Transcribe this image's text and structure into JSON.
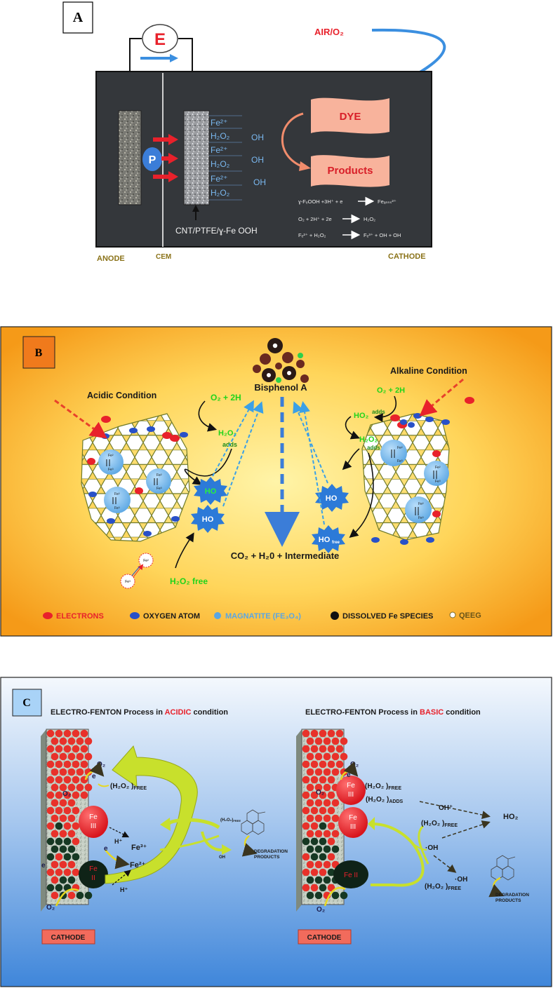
{
  "colors": {
    "panel_a_tank": "#2f3236",
    "panel_a_water": "#34373b",
    "red_text": "#e8212b",
    "blue_text": "#7ab8f0",
    "panel_b_bg_inner": "#ffe880",
    "panel_b_bg_outer": "#f59a18",
    "panel_c_bg_top": "#eef4fb",
    "panel_c_bg_bottom": "#3d85d8",
    "cathode_label_bg": "#f26b5c"
  },
  "panelA": {
    "label": "A",
    "e_source": "E",
    "air": "AIR/O₂",
    "dye": "DYE",
    "products": "Products",
    "p_label": "P",
    "species": [
      "Fe²⁺",
      "H₂O₂",
      "Fe²⁺",
      "H₂O₂",
      "Fe²⁺",
      "H₂O₂"
    ],
    "oh": [
      "OH",
      "OH",
      "OH"
    ],
    "electrode": "CNT/PTFE/ɣ-Fe OOH",
    "eq1_left": "ɣ-FₑOOH +3H⁺ + e",
    "eq1_right": "Feₐₙₙₛ²⁺",
    "eq2_left": "O₂ + 2H⁺ + 2e",
    "eq2_right": "H₂O₂",
    "eq3_left": "Fₑ²⁺ + H₂O₂",
    "eq3_right": "Fₑ³⁺ + OH + OH",
    "anode": "ANODE",
    "cem": "CEM",
    "cathode": "CATHODE"
  },
  "panelB": {
    "label": "B",
    "bisphenol": "Bisphenol A",
    "acidic": "Acidic Condition",
    "alkaline": "Alkaline Condition",
    "o2_left": "O₂ + 2H",
    "o2_right": "O₂ + 2H",
    "h2o2_adds_left_a": "H₂O₂",
    "h2o2_adds_left_b": "adds",
    "ho2_adds_a": "HO₂",
    "ho2_adds_b": "adds",
    "h2o2_adds_right_a": "H₂O₂",
    "h2o2_adds_right_b": "adds",
    "ho": "HO",
    "ho_free": "HO",
    "ho_free_sub": "free",
    "products": "CO₂ + H₂0 + Intermediate",
    "h2o2_free": "H₂O₂ free",
    "fe_a": "Fe²",
    "fe_b": "Fe³",
    "legend": {
      "electrons": "ELECTRONS",
      "oxygen": "OXYGEN ATOM",
      "magnatite": "MAGNATITE (FE₃O₄)",
      "dissolved": "DISSOLVED Fe SPECIES",
      "qeeg": "QEEG"
    }
  },
  "panelC": {
    "label": "C",
    "title_left_a": "ELECTRO-FENTON Process in ",
    "title_left_b": "ACIDIC",
    "title_left_c": " condition",
    "title_right_a": "ELECTRO-FENTON Process in ",
    "title_right_b": "BASIC",
    "title_right_c": " condition",
    "o2": "O₂",
    "e": "e",
    "h2o2_free": "(H₂O₂ )",
    "free": "FREE",
    "adds": "ADDS",
    "fe": "Fe",
    "iii": "III",
    "ii": "II",
    "feii": "Fe II",
    "hplus": "H⁺",
    "fe3": "Fe³⁺",
    "fe2": "Fe²⁺",
    "oh": "OH",
    "ohdot": "·OH",
    "ohplus": "OH⁺",
    "ho2": "HO₂",
    "small_h2o2": "(H₂O₂)",
    "small_free": "FREE",
    "degradation_a": "DEGRADATION",
    "degradation_b": "PRODUCTS",
    "cathode": "CATHODE"
  }
}
